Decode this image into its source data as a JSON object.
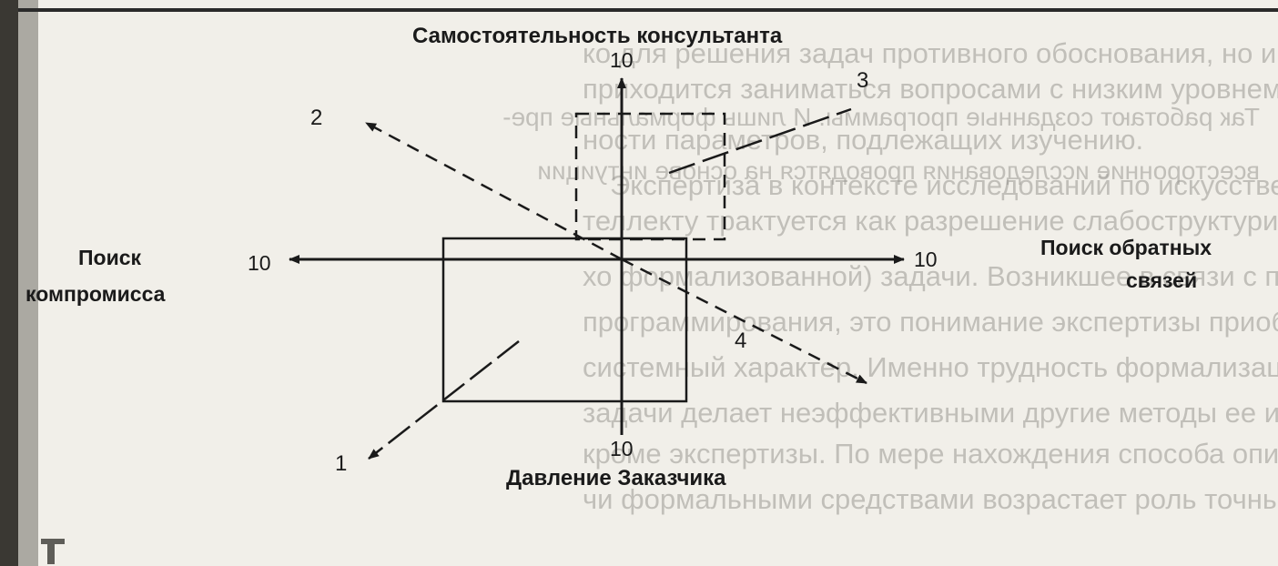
{
  "diagram": {
    "axes": {
      "top_label": "Самостоятельность консультанта",
      "bottom_label": "Давление Заказчика",
      "left_label_line1": "Поиск",
      "left_label_line2": "компромисса",
      "right_label_line1": "Поиск обратных",
      "right_label_line2": "связей",
      "top_value": "10",
      "bottom_value": "10",
      "left_value": "10",
      "right_value": "10"
    },
    "markers": [
      "1",
      "2",
      "3",
      "4"
    ]
  },
  "background_text": {
    "lines": [
      "ко для решения задач противного обоснования, но и везде, где",
      "приходится заниматься вопросами с низким уровнем определен-",
      "ности параметров, подлежащих изучению.",
      "Экспертиза в контексте исследований по искусственному ин-",
      "теллекту трактуется как разрешение слабоструктурированной (или пло-",
      "хо формализованной) задачи. Возникшее в связи с проблемой",
      "программирования, это понимание экспертизы приобрело обще-",
      "системный характер. Именно трудность формализации некой",
      "задачи делает неэффективными другие методы ее исследования,",
      "кроме экспертизы. По мере нахождения способа описания зада-",
      "чи формальными средствами возрастает роль точных измерений"
    ],
    "mirrored_lines": [
      "Так работают созданные программы. И лишь формальные пре-",
      "всесторонние исследования проводятся на основе интуиции"
    ]
  }
}
